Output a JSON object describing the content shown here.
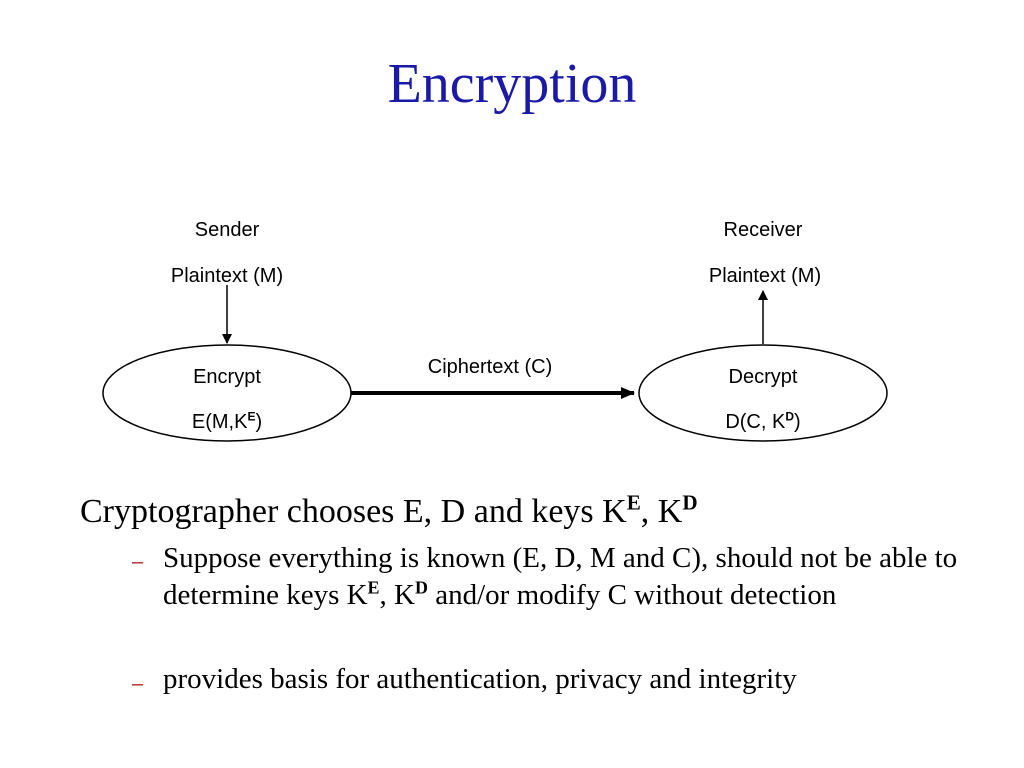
{
  "slide": {
    "title": "Encryption",
    "diagram": {
      "sender": {
        "role": "Sender",
        "plaintext": "Plaintext (M)",
        "process": "Encrypt",
        "function_base": "E(M,K",
        "function_sup": "E",
        "function_close": ")"
      },
      "receiver": {
        "role": "Receiver",
        "plaintext": "Plaintext (M)",
        "process": "Decrypt",
        "function_base": "D(C, K",
        "function_sup": "D",
        "function_close": ")"
      },
      "channel_label": "Ciphertext (C)"
    },
    "bullets": {
      "main": {
        "text": "Cryptographer chooses E, D and keys K",
        "sup1": "E",
        "sep": ", K",
        "sup2": "D"
      },
      "dash": "–",
      "sub1": {
        "part1": "Suppose everything is known (E, D, M and C), should not be able to determine keys K",
        "sup1": "E",
        "sep": ", K",
        "sup2": "D",
        "part2": " and/or modify C without detection"
      },
      "sub2": "provides basis for authentication, privacy and integrity"
    }
  }
}
